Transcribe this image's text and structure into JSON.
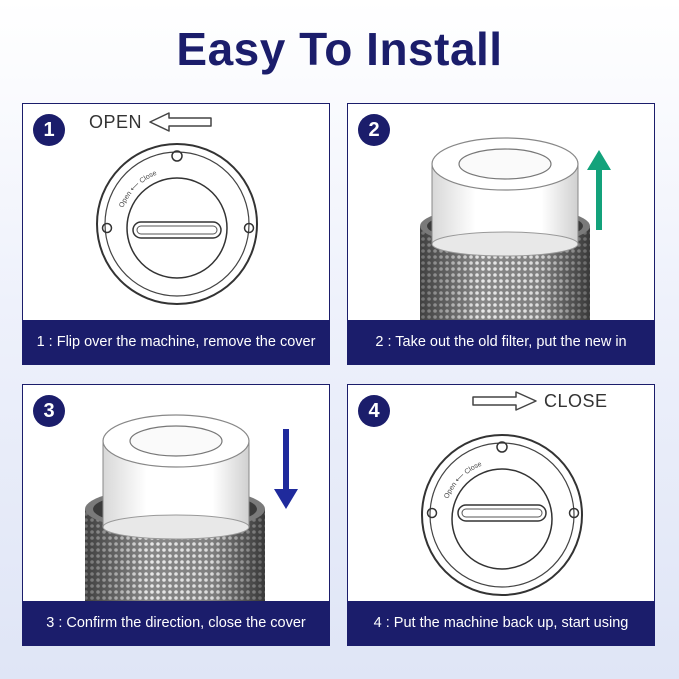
{
  "title": "Easy To Install",
  "steps": [
    {
      "number": "1",
      "caption": "1 : Flip over the machine, remove the cover",
      "direction": "OPEN"
    },
    {
      "number": "2",
      "caption": "2 : Take out the old filter, put the new in"
    },
    {
      "number": "3",
      "caption": "3 : Confirm the direction, close the cover"
    },
    {
      "number": "4",
      "caption": "4 : Put the machine back up, start using",
      "direction": "CLOSE"
    }
  ],
  "cover_text": "Open ⟵ Close",
  "colors": {
    "navy": "#1b1d6b",
    "green_arrow": "#13a27b",
    "blue_arrow": "#1f2a9c"
  },
  "icons": [
    "open-arrow-icon",
    "close-arrow-icon",
    "up-arrow-icon",
    "down-arrow-icon"
  ]
}
